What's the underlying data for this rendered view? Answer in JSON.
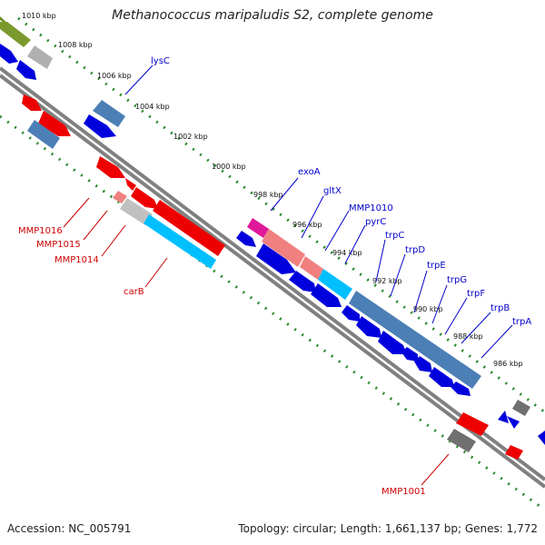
{
  "title": "Methanococcus maripaludis S2, complete genome",
  "footer": {
    "accession": "Accession: NC_005791",
    "summary": "Topology: circular; Length: 1,661,137 bp; Genes: 1,772"
  },
  "colors": {
    "backbone": "#808080",
    "dots": "#2a8a2a",
    "label_blue": "#0000cc",
    "label_red": "#cc0000"
  },
  "ticks": [
    "1010 kbp",
    "1008 kbp",
    "1006 kbp",
    "1004 kbp",
    "1002 kbp",
    "1000 kbp",
    "998 kbp",
    "996 kbp",
    "994 kbp",
    "992 kbp",
    "990 kbp",
    "988 kbp",
    "986 kbp"
  ],
  "gene_labels_forward": [
    "lysC",
    "exoA",
    "gltX",
    "MMP1010",
    "pyrC",
    "trpC",
    "trpD",
    "trpE",
    "trpG",
    "trpF",
    "trpB",
    "trpA"
  ],
  "gene_labels_reverse": [
    "MMP1016",
    "MMP1015",
    "MMP1014",
    "carB",
    "MMP1001"
  ]
}
